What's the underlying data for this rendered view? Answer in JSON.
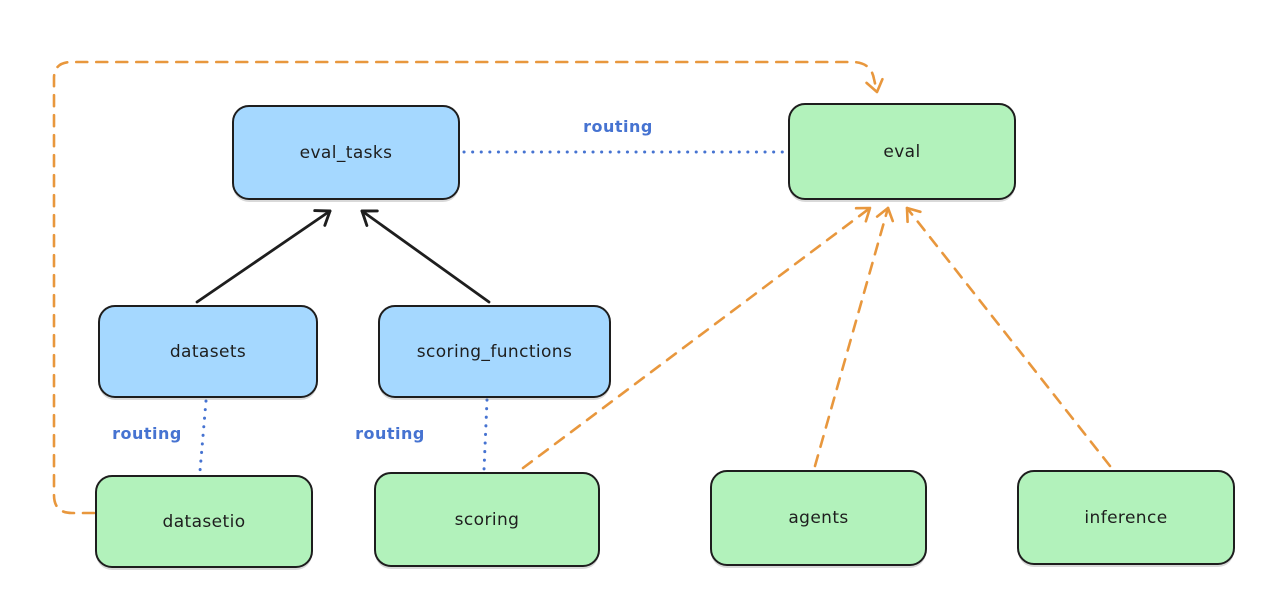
{
  "diagram": {
    "nodes": {
      "eval_tasks": {
        "label": "eval_tasks",
        "fill": "#a5d8ff"
      },
      "eval": {
        "label": "eval",
        "fill": "#b2f2bb"
      },
      "datasets": {
        "label": "datasets",
        "fill": "#a5d8ff"
      },
      "scoring_functions": {
        "label": "scoring_functions",
        "fill": "#a5d8ff"
      },
      "datasetio": {
        "label": "datasetio",
        "fill": "#b2f2bb"
      },
      "scoring": {
        "label": "scoring",
        "fill": "#b2f2bb"
      },
      "agents": {
        "label": "agents",
        "fill": "#b2f2bb"
      },
      "inference": {
        "label": "inference",
        "fill": "#b2f2bb"
      }
    },
    "edge_labels": {
      "eval_tasks_to_eval": "routing",
      "datasets_to_datasetio": "routing",
      "scoring_functions_to_scoring": "routing"
    },
    "colors": {
      "background": "#ffffff",
      "ink": "#1e1e1e",
      "registry_blue": "#a5d8ff",
      "api_green": "#b2f2bb",
      "routing_blue": "#4673d1",
      "provider_orange": "#e8973d"
    }
  }
}
